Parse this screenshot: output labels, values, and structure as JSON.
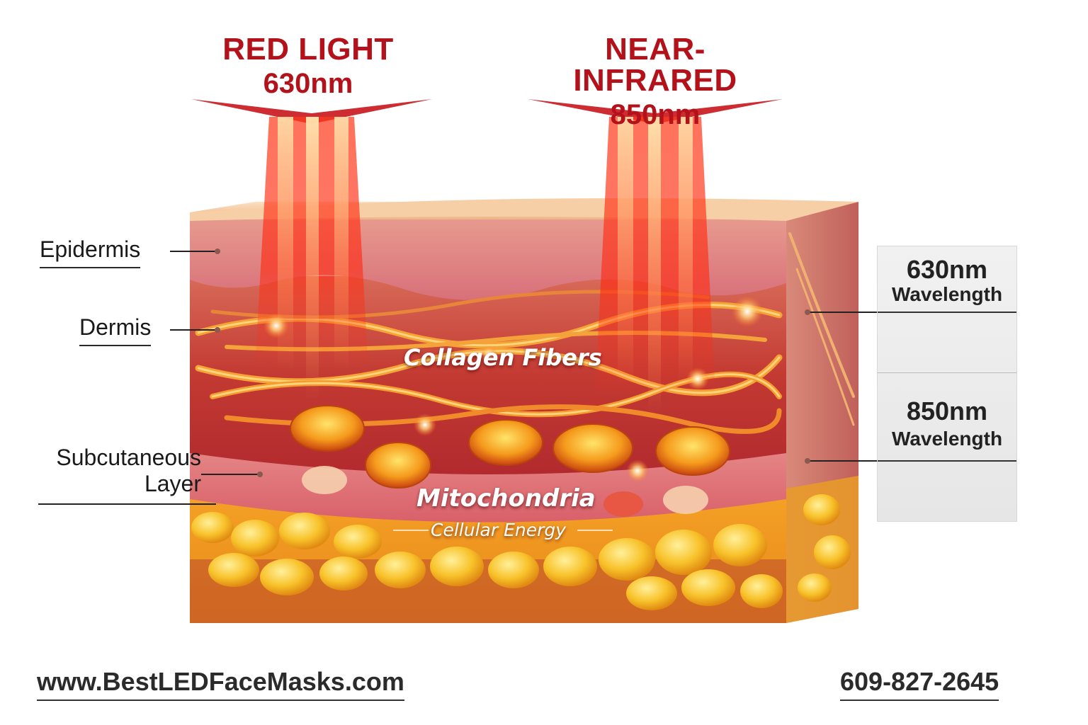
{
  "beams": [
    {
      "name": "RED LIGHT",
      "wavelength": "630nm"
    },
    {
      "name": "NEAR-INFRARED",
      "wavelength": "850nm"
    }
  ],
  "layers": {
    "epidermis": "Epidermis",
    "dermis": "Dermis",
    "subcutaneous_line1": "Subcutaneous",
    "subcutaneous_line2": "Layer"
  },
  "inner_labels": {
    "collagen": "Collagen Fibers",
    "mitochondria": "Mitochondria",
    "cellular_energy": "Cellular Energy"
  },
  "wavelength_panel": {
    "first_value": "630nm",
    "first_word": "Wavelength",
    "second_value": "850nm",
    "second_word": "Wavelength"
  },
  "footer": {
    "website": "www.BestLEDFaceMasks.com",
    "phone": "609-827-2645"
  },
  "colors": {
    "title_red": "#b3121b",
    "beam_red": "#ff2a12",
    "arrow_red": "#d0141c",
    "fat_yellow": "#f7b51a"
  }
}
